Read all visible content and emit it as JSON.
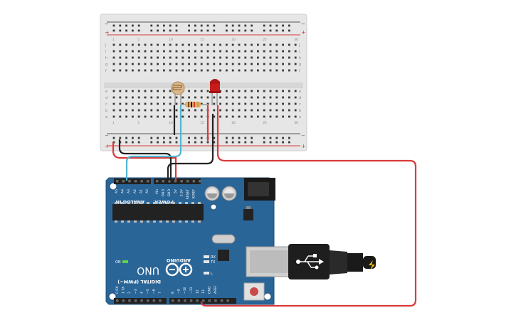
{
  "breadboard": {
    "columns": 30,
    "row_letters_top": [
      "j",
      "i",
      "h",
      "g",
      "f"
    ],
    "row_letters_bottom": [
      "e",
      "d",
      "c",
      "b",
      "a"
    ],
    "rail_plus": "+",
    "rail_minus": "−",
    "body_color": "#e8e8e8",
    "rail_red": "#d93a3a",
    "rail_dark": "#555555"
  },
  "components": {
    "ldr": {
      "kind": "photoresistor-icon"
    },
    "led": {
      "kind": "led-icon",
      "color": "#cc1f1f"
    },
    "resistor": {
      "kind": "resistor-icon",
      "color": "#d9b06a"
    }
  },
  "arduino": {
    "board_color": "#2a6597",
    "brand": "ARDUINO",
    "model": "UNO",
    "analog_header": "ANALOG IN",
    "analog_pins": [
      "A5",
      "A4",
      "A3",
      "A2",
      "A1",
      "A0"
    ],
    "power_header": "POWER",
    "power_pins": [
      "Vin",
      "GND",
      "GND",
      "5V",
      "3.3V",
      "RESET",
      "IOREF"
    ],
    "digital_header": "DIGITAL (PWM~)",
    "digital_pins": [
      "0 RX",
      "1 TX",
      "2",
      "~3",
      "4",
      "~5",
      "~6",
      "7",
      "8",
      "~9",
      "~10",
      "~11",
      "12",
      "13",
      "GND",
      "AREF"
    ],
    "label_on": "ON",
    "label_rx": "RX",
    "label_tx": "TX",
    "label_l": "L"
  },
  "wires": {
    "red": "#d93a3a",
    "black": "#222222",
    "cyan": "#4fb7d3"
  },
  "usb": {
    "kind": "usb-icon"
  }
}
